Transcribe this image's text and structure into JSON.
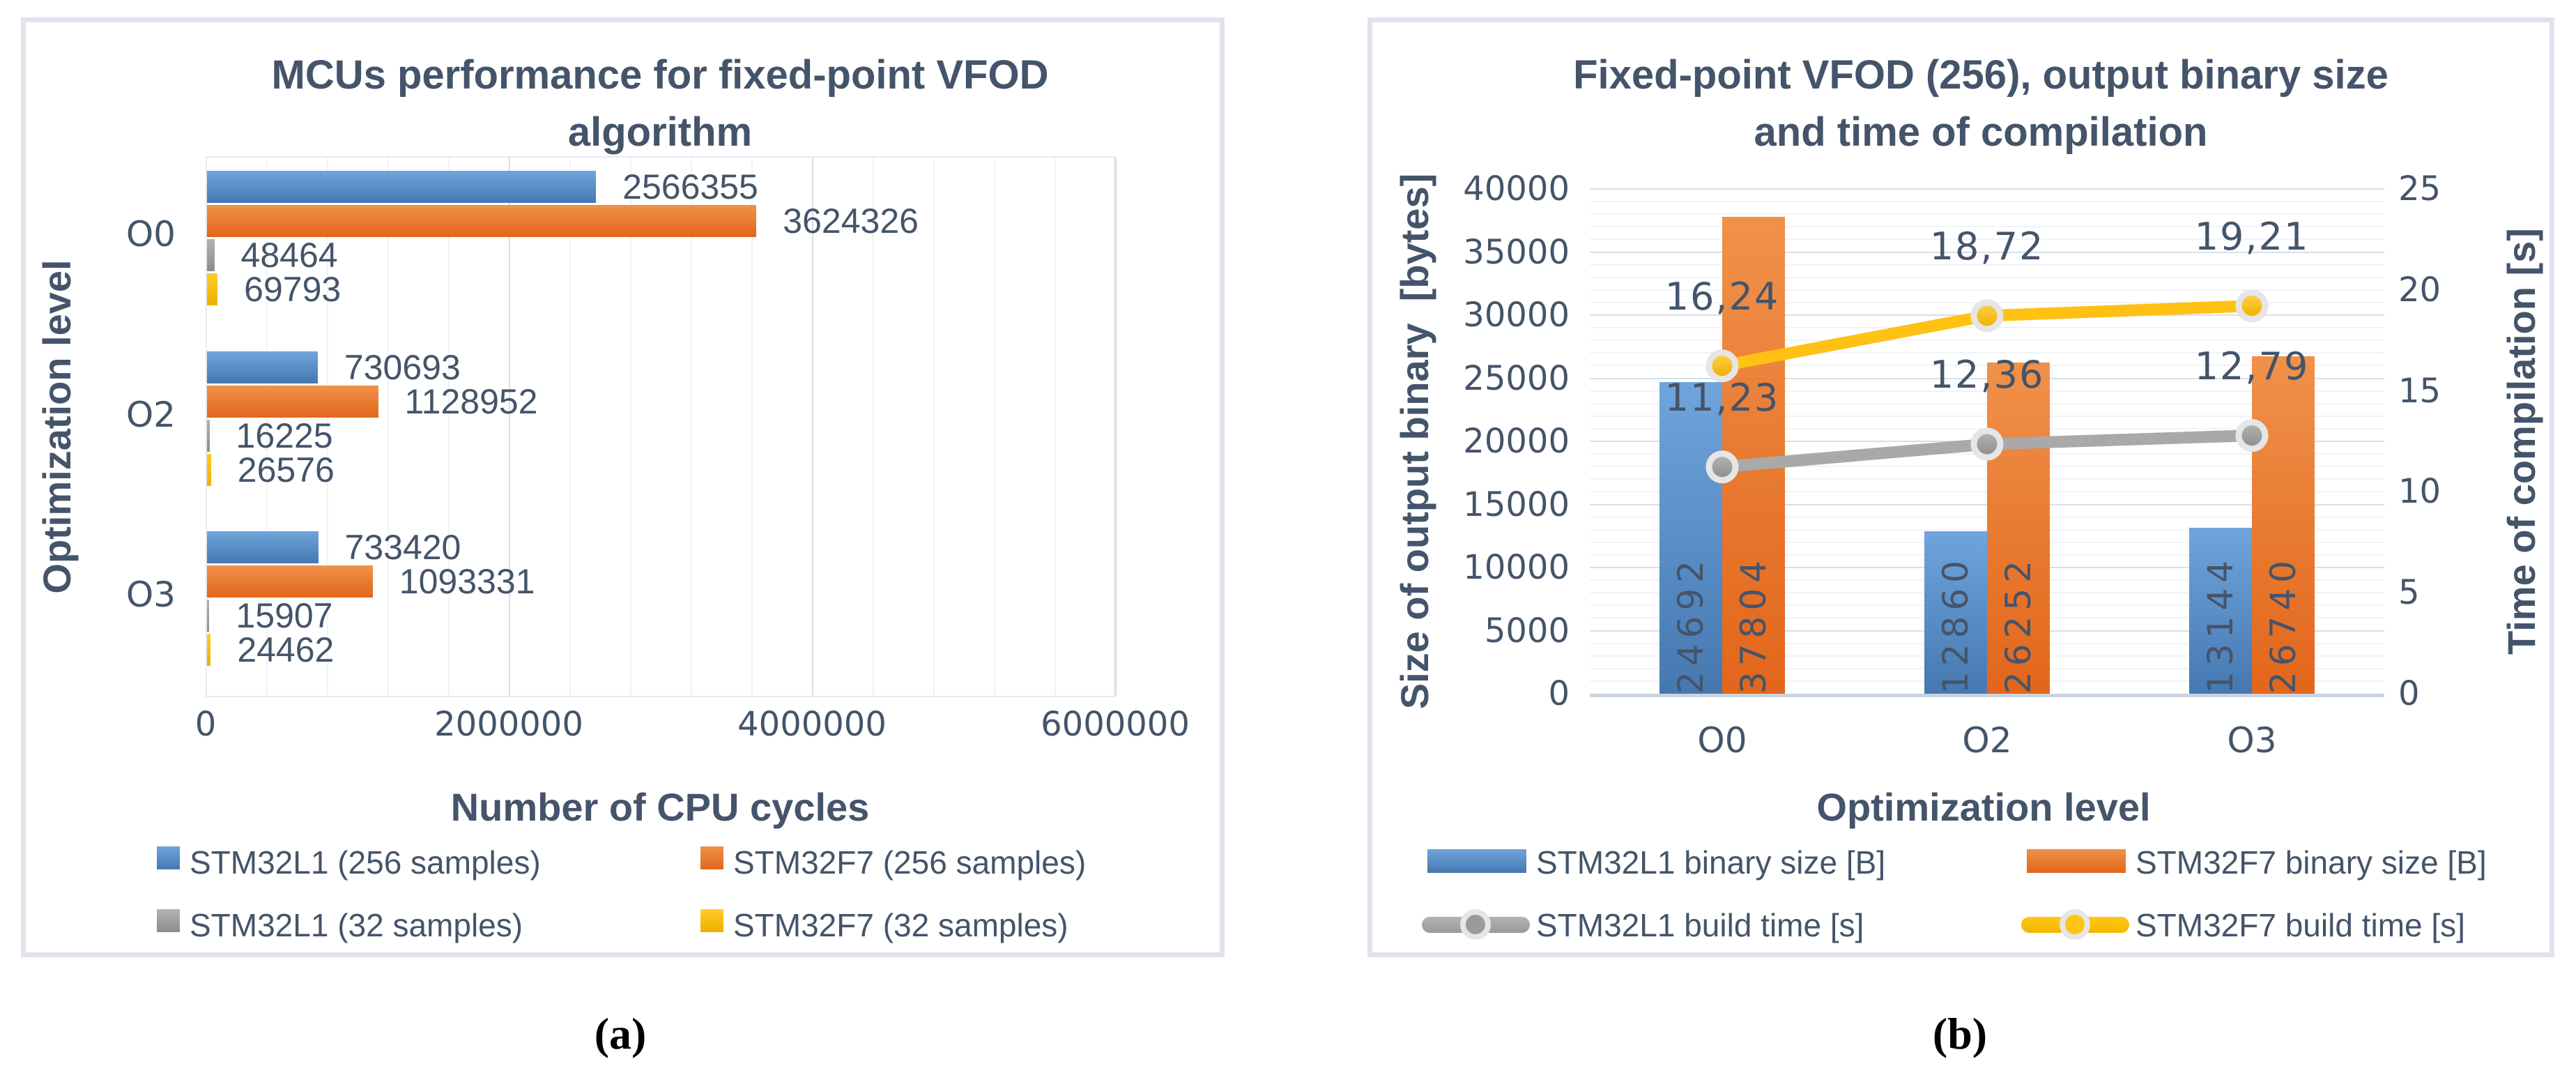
{
  "figure": {
    "caption_a": "(a)",
    "caption_b": "(b)"
  },
  "colors": {
    "text": "#44546A",
    "blue": "#5B9BD5",
    "blue_light": "#6FA5DC",
    "blue_dark": "#4678B0",
    "orange": "#ED7D31",
    "orange_light": "#F0914A",
    "orange_dark": "#E2661B",
    "gray": "#A5A5A5",
    "gray_light": "#B3B3B3",
    "gray_dark": "#8C8C8C",
    "yellow": "#FFC000",
    "yellow_light": "#FFCC2A",
    "yellow_dark": "#EDB000",
    "gridline_major": "#D8DEE9",
    "gridline_minor": "#F0F3F8",
    "panel_border": "#DEE3EC",
    "axis_line": "#CBD3E0",
    "marker_ring": "#E6E6E6"
  },
  "chart_data": [
    {
      "id": "mcu-performance",
      "type": "bar",
      "orientation": "horizontal",
      "title": "MCUs performance for fixed-point VFOD algorithm",
      "title_lines": [
        "MCUs performance for fixed-point VFOD",
        "algorithm"
      ],
      "xlabel": "Number of CPU cycles",
      "ylabel": "Optimization level",
      "categories": [
        "O0",
        "O2",
        "O3"
      ],
      "series": [
        {
          "name": "STM32L1 (256 samples)",
          "color": "blue",
          "values": [
            2566355,
            730693,
            733420
          ]
        },
        {
          "name": "STM32F7 (256 samples)",
          "color": "orange",
          "values": [
            3624326,
            1128952,
            1093331
          ]
        },
        {
          "name": "STM32L1 (32 samples)",
          "color": "gray",
          "values": [
            48464,
            16225,
            15907
          ]
        },
        {
          "name": "STM32F7 (32 samples)",
          "color": "yellow",
          "values": [
            69793,
            26576,
            24462
          ]
        }
      ],
      "value_axis": {
        "min": 0,
        "max": 6000000,
        "major": 2000000,
        "minor": 400000,
        "tick_labels": [
          "0",
          "2000000",
          "4000000",
          "6000000"
        ]
      },
      "grid": true,
      "legend_position": "bottom"
    },
    {
      "id": "binary-size-build-time",
      "type": "combo-bar-line",
      "title": "Fixed-point VFOD (256), output binary size and time of compilation",
      "title_lines": [
        "Fixed-point VFOD (256), output binary size",
        "and time of compilation"
      ],
      "xlabel": "Optimization level",
      "ylabel_left": "Size of output binary  [bytes]",
      "ylabel_right": "Time of compilation [s]",
      "categories": [
        "O0",
        "O2",
        "O3"
      ],
      "bar_series": [
        {
          "name": "STM32L1 binary size [B]",
          "color": "blue",
          "axis": "left",
          "values": [
            24692,
            12860,
            13144
          ]
        },
        {
          "name": "STM32F7 binary size [B]",
          "color": "orange",
          "axis": "left",
          "values": [
            37804,
            26252,
            26740
          ]
        }
      ],
      "line_series": [
        {
          "name": "STM32L1 build time [s]",
          "color": "gray",
          "axis": "right",
          "values": [
            11.23,
            12.36,
            12.79
          ],
          "value_labels": [
            "11,23",
            "12,36",
            "12,79"
          ]
        },
        {
          "name": "STM32F7 build time [s]",
          "color": "yellow",
          "axis": "right",
          "values": [
            16.24,
            18.72,
            19.21
          ],
          "value_labels": [
            "16,24",
            "18,72",
            "19,21"
          ]
        }
      ],
      "left_axis": {
        "min": 0,
        "max": 40000,
        "major": 5000,
        "minor": 1000,
        "tick_labels": [
          "0",
          "5000",
          "10000",
          "15000",
          "20000",
          "25000",
          "30000",
          "35000",
          "40000"
        ]
      },
      "right_axis": {
        "min": 0,
        "max": 25,
        "major": 5,
        "tick_labels": [
          "0",
          "5",
          "10",
          "15",
          "20",
          "25"
        ]
      },
      "grid": true,
      "legend_position": "bottom"
    }
  ]
}
